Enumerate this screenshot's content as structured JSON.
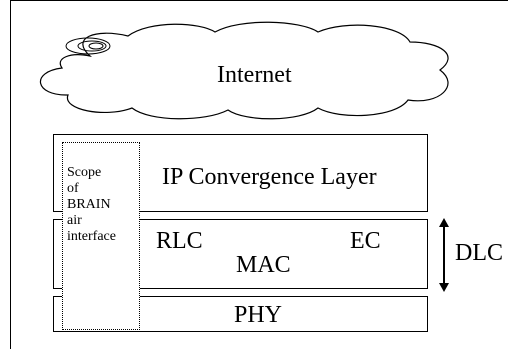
{
  "cloud": {
    "label": "Internet"
  },
  "layers": {
    "ip_convergence": "IP Convergence Layer",
    "rlc": "RLC",
    "ec": "EC",
    "mac": "MAC",
    "phy": "PHY"
  },
  "scope": {
    "label": "Scope\nof\nBRAIN\nair\ninterface"
  },
  "dlc": {
    "label": "DLC"
  }
}
